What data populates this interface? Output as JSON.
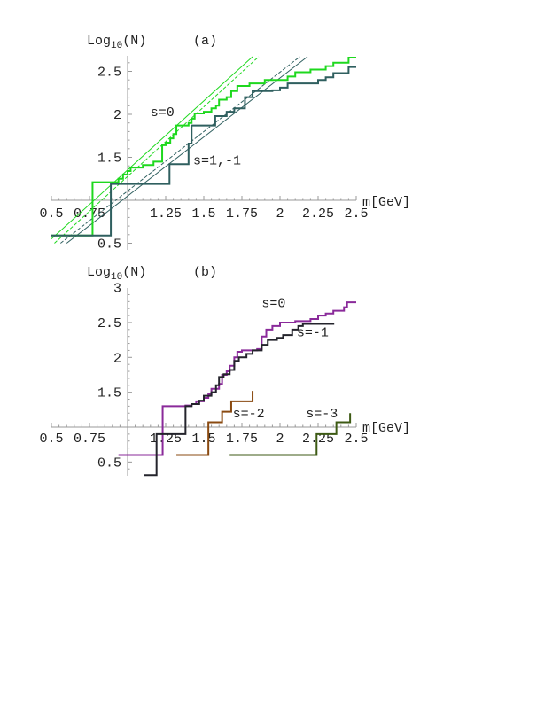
{
  "chart_data": [
    {
      "type": "line",
      "panel_label": "(a)",
      "ylabel": {
        "base": "Log",
        "sub": "10",
        "rest": "(N)"
      },
      "xlabel": "m[GeV]",
      "xlim": [
        0.5,
        2.5
      ],
      "ylim": [
        0.44,
        2.67
      ],
      "axes_origin": [
        1,
        1
      ],
      "x_ticks": [
        "0.5",
        "0.75",
        "1.25",
        "1.5",
        "1.75",
        "2",
        "2.25",
        "2.5"
      ],
      "x_tick_values": [
        0.5,
        0.75,
        1.25,
        1.5,
        1.75,
        2,
        2.25,
        2.5
      ],
      "y_ticks": [
        "0.5",
        "1.5",
        "2",
        "2.5"
      ],
      "y_tick_values": [
        0.5,
        1.5,
        2,
        2.5
      ],
      "grid": false,
      "series": [
        {
          "name": "s=0",
          "color": "#1ed81e",
          "step": true,
          "label_pos": [
            1.15,
            1.98
          ],
          "points": [
            [
              0.5,
              0.59
            ],
            [
              0.77,
              1.21
            ],
            [
              0.94,
              1.25
            ],
            [
              0.97,
              1.3
            ],
            [
              1.0,
              1.34
            ],
            [
              1.02,
              1.38
            ],
            [
              1.1,
              1.41
            ],
            [
              1.17,
              1.45
            ],
            [
              1.227,
              1.64
            ],
            [
              1.25,
              1.67
            ],
            [
              1.28,
              1.72
            ],
            [
              1.3,
              1.77
            ],
            [
              1.32,
              1.87
            ],
            [
              1.4,
              1.9
            ],
            [
              1.42,
              1.95
            ],
            [
              1.44,
              2.01
            ],
            [
              1.5,
              2.03
            ],
            [
              1.55,
              2.07
            ],
            [
              1.58,
              2.1
            ],
            [
              1.6,
              2.17
            ],
            [
              1.65,
              2.2
            ],
            [
              1.68,
              2.27
            ],
            [
              1.72,
              2.33
            ],
            [
              1.8,
              2.36
            ],
            [
              1.9,
              2.4
            ],
            [
              2.05,
              2.44
            ],
            [
              2.1,
              2.49
            ],
            [
              2.2,
              2.52
            ],
            [
              2.3,
              2.56
            ],
            [
              2.35,
              2.6
            ],
            [
              2.45,
              2.66
            ],
            [
              2.5,
              2.66
            ]
          ]
        },
        {
          "name": "s=1,-1",
          "color": "#2f5f5f",
          "step": true,
          "label_pos": [
            1.43,
            1.42
          ],
          "points": [
            [
              0.5,
              0.59
            ],
            [
              0.89,
              1.19
            ],
            [
              1.275,
              1.42
            ],
            [
              1.4,
              1.66
            ],
            [
              1.42,
              1.87
            ],
            [
              1.575,
              1.98
            ],
            [
              1.65,
              2.03
            ],
            [
              1.7,
              2.07
            ],
            [
              1.77,
              2.2
            ],
            [
              1.82,
              2.27
            ],
            [
              1.95,
              2.28
            ],
            [
              2.0,
              2.31
            ],
            [
              2.05,
              2.36
            ],
            [
              2.25,
              2.4
            ],
            [
              2.3,
              2.43
            ],
            [
              2.35,
              2.48
            ],
            [
              2.45,
              2.55
            ],
            [
              2.5,
              2.55
            ]
          ]
        }
      ],
      "fit_lines": [
        {
          "color": "#1ed81e",
          "dashed": false,
          "from": [
            0.5,
            0.55
          ],
          "to": [
            1.82,
            2.67
          ]
        },
        {
          "color": "#1ed81e",
          "dashed": true,
          "from": [
            0.52,
            0.5
          ],
          "to": [
            1.86,
            2.67
          ]
        },
        {
          "color": "#2f5f5f",
          "dashed": false,
          "from": [
            0.6,
            0.5
          ],
          "to": [
            2.18,
            2.67
          ]
        },
        {
          "color": "#2f5f5f",
          "dashed": true,
          "from": [
            0.56,
            0.5
          ],
          "to": [
            2.13,
            2.67
          ]
        }
      ]
    },
    {
      "type": "line",
      "panel_label": "(b)",
      "ylabel": {
        "base": "Log",
        "sub": "10",
        "rest": "(N)"
      },
      "xlabel": "m[GeV]",
      "xlim": [
        0.5,
        2.5
      ],
      "ylim": [
        0.3,
        3
      ],
      "axes_origin": [
        1,
        1
      ],
      "x_ticks": [
        "0.5",
        "0.75",
        "1.25",
        "1.5",
        "1.75",
        "2",
        "2.25",
        "2.5"
      ],
      "x_tick_values": [
        0.5,
        0.75,
        1.25,
        1.5,
        1.75,
        2,
        2.25,
        2.5
      ],
      "y_ticks": [
        "0.5",
        "1.5",
        "2",
        "2.5",
        "3"
      ],
      "y_tick_values": [
        0.5,
        1.5,
        2,
        2.5,
        3
      ],
      "grid": false,
      "series": [
        {
          "name": "s=0",
          "color": "#8a2a9a",
          "step": true,
          "label_pos": [
            1.88,
            2.72
          ],
          "points": [
            [
              0.94,
              0.6
            ],
            [
              1.23,
              1.3
            ],
            [
              1.38,
              1.31
            ],
            [
              1.42,
              1.33
            ],
            [
              1.45,
              1.37
            ],
            [
              1.5,
              1.42
            ],
            [
              1.53,
              1.47
            ],
            [
              1.55,
              1.55
            ],
            [
              1.6,
              1.62
            ],
            [
              1.62,
              1.75
            ],
            [
              1.65,
              1.8
            ],
            [
              1.67,
              1.88
            ],
            [
              1.7,
              2.0
            ],
            [
              1.72,
              2.08
            ],
            [
              1.75,
              2.1
            ],
            [
              1.85,
              2.12
            ],
            [
              1.88,
              2.3
            ],
            [
              1.91,
              2.4
            ],
            [
              1.95,
              2.45
            ],
            [
              2.0,
              2.5
            ],
            [
              2.1,
              2.52
            ],
            [
              2.2,
              2.55
            ],
            [
              2.25,
              2.6
            ],
            [
              2.3,
              2.63
            ],
            [
              2.35,
              2.67
            ],
            [
              2.42,
              2.72
            ],
            [
              2.44,
              2.79
            ],
            [
              2.5,
              2.79
            ]
          ]
        },
        {
          "name": "s=-1",
          "color": "#24242c",
          "step": true,
          "label_pos": [
            2.11,
            2.3
          ],
          "points": [
            [
              1.11,
              0.31
            ],
            [
              1.19,
              0.9
            ],
            [
              1.38,
              1.3
            ],
            [
              1.42,
              1.33
            ],
            [
              1.47,
              1.38
            ],
            [
              1.5,
              1.45
            ],
            [
              1.55,
              1.5
            ],
            [
              1.58,
              1.6
            ],
            [
              1.6,
              1.72
            ],
            [
              1.63,
              1.76
            ],
            [
              1.67,
              1.82
            ],
            [
              1.7,
              1.95
            ],
            [
              1.73,
              2.0
            ],
            [
              1.78,
              2.05
            ],
            [
              1.82,
              2.1
            ],
            [
              1.88,
              2.18
            ],
            [
              1.92,
              2.25
            ],
            [
              1.98,
              2.28
            ],
            [
              2.02,
              2.32
            ],
            [
              2.08,
              2.4
            ],
            [
              2.12,
              2.45
            ],
            [
              2.15,
              2.48
            ],
            [
              2.35,
              2.5
            ],
            [
              2.35,
              2.5
            ]
          ]
        },
        {
          "name": "s=-2",
          "color": "#8a4a10",
          "step": true,
          "label_pos": [
            1.69,
            1.14
          ],
          "points": [
            [
              1.32,
              0.6
            ],
            [
              1.53,
              1.07
            ],
            [
              1.62,
              1.22
            ],
            [
              1.68,
              1.37
            ],
            [
              1.82,
              1.52
            ],
            [
              1.82,
              1.52
            ]
          ]
        },
        {
          "name": "s=-3",
          "color": "#3d5a14",
          "step": true,
          "label_pos": [
            2.17,
            1.14
          ],
          "points": [
            [
              1.67,
              0.6
            ],
            [
              2.24,
              0.9
            ],
            [
              2.37,
              1.07
            ],
            [
              2.46,
              1.2
            ],
            [
              2.46,
              1.2
            ]
          ]
        }
      ],
      "fit_lines": []
    }
  ]
}
